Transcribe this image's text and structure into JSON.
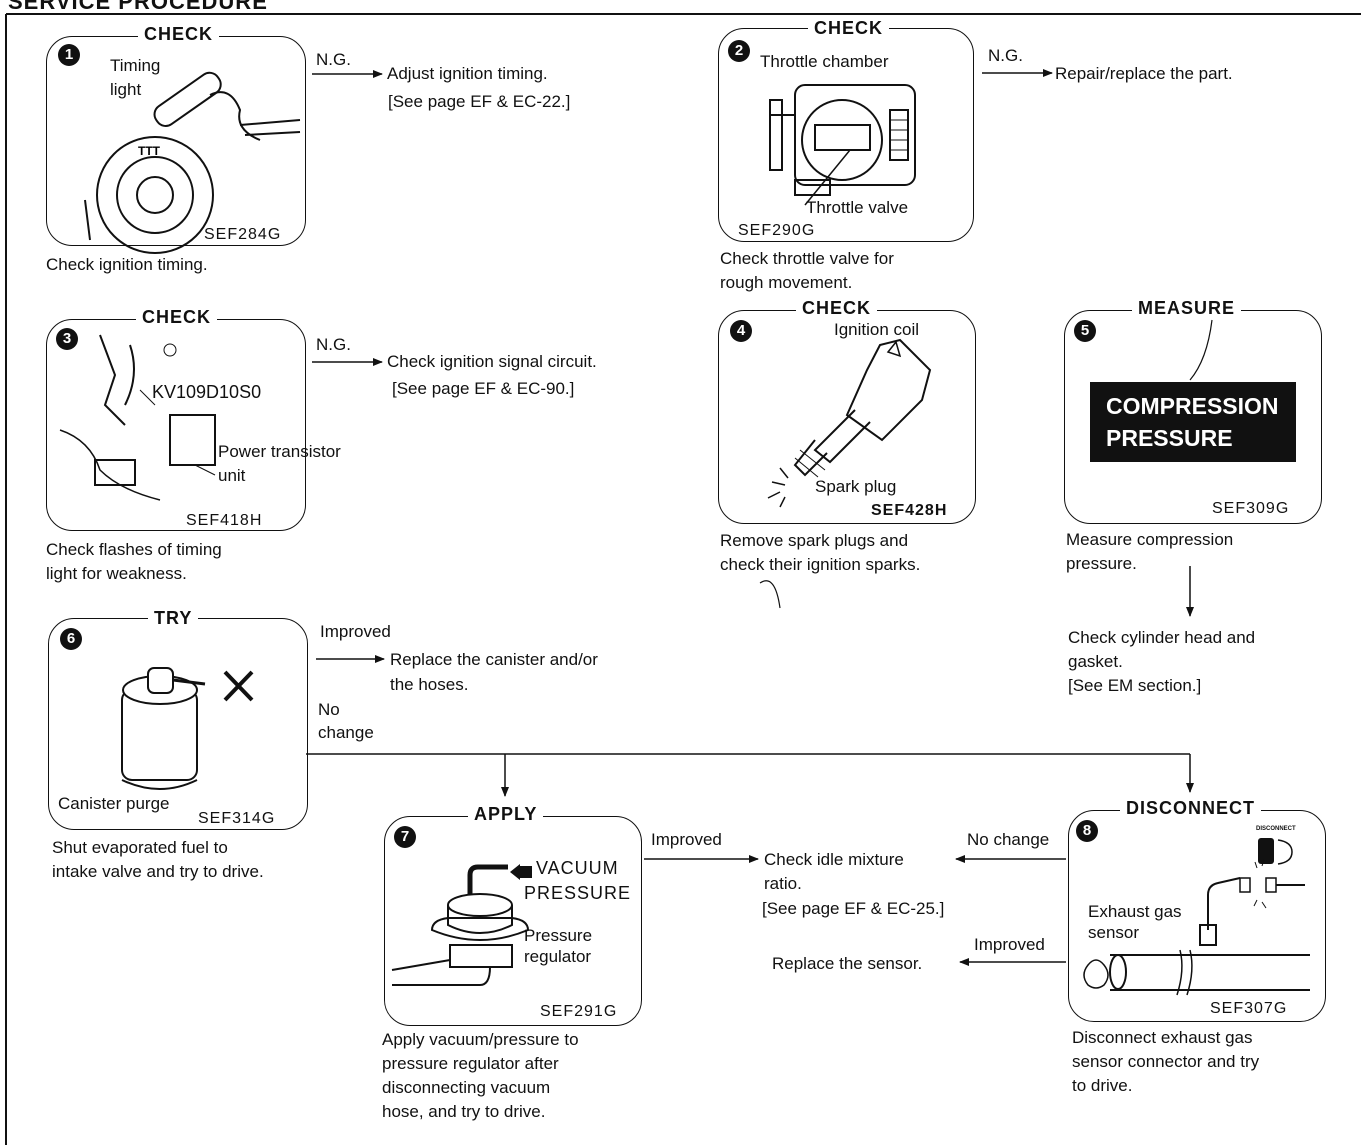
{
  "page_title": "SERVICE PROCEDURE",
  "steps": [
    {
      "n": "1",
      "head": "CHECK",
      "code": "SEF284G",
      "labels": [
        "Timing",
        "light"
      ],
      "caption": [
        "Check ignition timing."
      ]
    },
    {
      "n": "2",
      "head": "CHECK",
      "code": "SEF290G",
      "labels": [
        "Throttle chamber",
        "Throttle valve"
      ],
      "caption": [
        "Check throttle valve for",
        "rough movement."
      ]
    },
    {
      "n": "3",
      "head": "CHECK",
      "code": "SEF418H",
      "labels": [
        "KV109D10S0",
        "Power transistor",
        "unit"
      ],
      "caption": [
        "Check flashes of timing",
        "light for weakness."
      ]
    },
    {
      "n": "4",
      "head": "CHECK",
      "code": "SEF428H",
      "labels": [
        "Ignition coil",
        "Spark plug"
      ],
      "caption": [
        "Remove spark plugs and",
        "check their ignition sparks."
      ]
    },
    {
      "n": "5",
      "head": "MEASURE",
      "code": "SEF309G",
      "labels": [
        "COMPRESSION",
        "PRESSURE"
      ],
      "caption": [
        "Measure compression",
        "pressure."
      ]
    },
    {
      "n": "6",
      "head": "TRY",
      "code": "SEF314G",
      "labels": [
        "Canister purge"
      ],
      "caption": [
        "Shut evaporated fuel to",
        "intake valve and try to drive."
      ]
    },
    {
      "n": "7",
      "head": "APPLY",
      "code": "SEF291G",
      "labels": [
        "VACUUM",
        "PRESSURE",
        "Pressure",
        "regulator"
      ],
      "caption": [
        "Apply vacuum/pressure to",
        "pressure regulator after",
        "disconnecting vacuum",
        "hose, and try to drive."
      ]
    },
    {
      "n": "8",
      "head": "DISCONNECT",
      "code": "SEF307G",
      "labels": [
        "Exhaust gas",
        "sensor",
        "DISCONNECT"
      ],
      "caption": [
        "Disconnect exhaust gas",
        "sensor connector and try",
        "to drive."
      ]
    }
  ],
  "flow": {
    "ng": "N.G.",
    "improved": "Improved",
    "no_change": [
      "No",
      "change"
    ],
    "no_change_inline": "No change",
    "adjust_timing": [
      "Adjust ignition timing.",
      "[See page EF & EC-22.]"
    ],
    "repair_part": "Repair/replace the part.",
    "check_signal": [
      "Check ignition signal circuit.",
      "[See page EF & EC-90.]"
    ],
    "check_head": [
      "Check cylinder head and",
      "gasket.",
      "[See EM section.]"
    ],
    "replace_canister": [
      "Replace the canister and/or",
      "the hoses."
    ],
    "check_mixture": [
      "Check idle mixture",
      "ratio.",
      "[See page EF & EC-25.]"
    ],
    "replace_sensor": "Replace the sensor."
  }
}
